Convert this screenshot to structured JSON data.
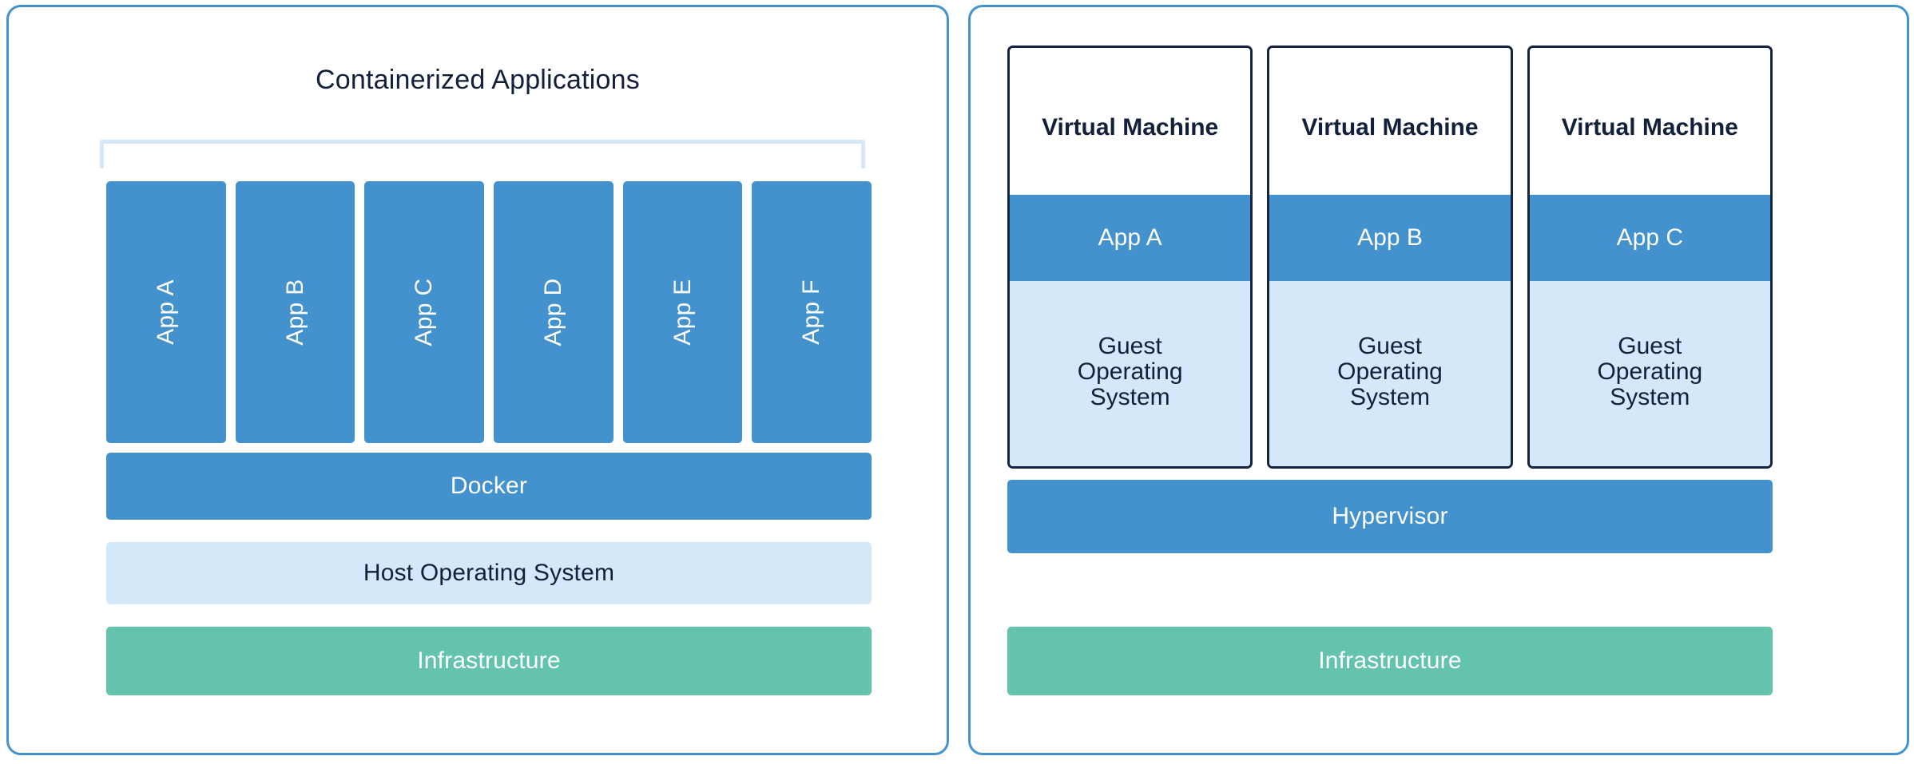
{
  "theme": {
    "panel_border": "#4391cd",
    "accent_blue": "#4391cd",
    "light_blue": "#d3e8f8",
    "bracket_blue": "#d6e7f7",
    "green": "#63c3ac",
    "navy_text": "#12203c",
    "vm_border": "#16243f",
    "white": "#ffffff"
  },
  "containers_panel": {
    "title": "Containerized Applications",
    "apps": [
      {
        "label": "App A"
      },
      {
        "label": "App B"
      },
      {
        "label": "App C"
      },
      {
        "label": "App D"
      },
      {
        "label": "App E"
      },
      {
        "label": "App F"
      }
    ],
    "layers": [
      {
        "label": "Docker",
        "color": "#4391cd"
      },
      {
        "label": "Host Operating System",
        "color": "#d3e8f8"
      },
      {
        "label": "Infrastructure",
        "color": "#63c3ac"
      }
    ],
    "docker_label": "Docker",
    "host_os_label": "Host Operating System",
    "infrastructure_label": "Infrastructure"
  },
  "vms_panel": {
    "vms": [
      {
        "title": "Virtual Machine",
        "app": "App A",
        "guest_os": "Guest Operating System"
      },
      {
        "title": "Virtual Machine",
        "app": "App B",
        "guest_os": "Guest Operating System"
      },
      {
        "title": "Virtual Machine",
        "app": "App C",
        "guest_os": "Guest Operating System"
      }
    ],
    "layers": [
      {
        "label": "Hypervisor",
        "color": "#4391cd"
      },
      {
        "label": "Infrastructure",
        "color": "#63c3ac"
      }
    ],
    "hypervisor_label": "Hypervisor",
    "infrastructure_label": "Infrastructure"
  }
}
